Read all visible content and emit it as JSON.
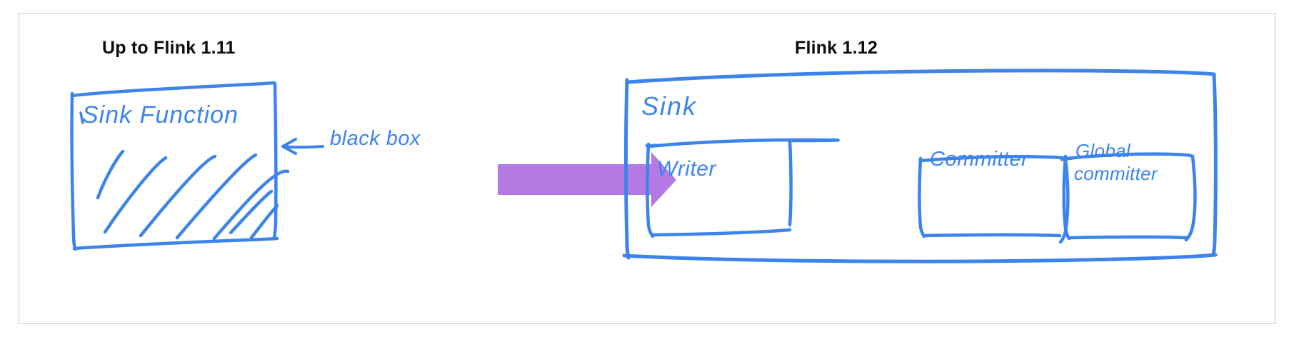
{
  "diagram": {
    "title_left": "Up to Flink 1.11",
    "title_right": "Flink 1.12",
    "ink_color": "#3c84ec",
    "arrow_color": "#b37ae4",
    "frame_border_color": "#c9c9c9",
    "title_color": "#0d0d0d",
    "background": "#ffffff"
  },
  "left_panel": {
    "heading": "Up to Flink 1.11",
    "box_label": "Sink Function",
    "annotation": "black box",
    "annotation_arrow": "left-arrow",
    "fill_style": "diagonal-hatching"
  },
  "transition": {
    "arrow": "right-block-arrow",
    "color": "#b37ae4"
  },
  "right_panel": {
    "heading": "Flink 1.12",
    "box_label": "Sink",
    "sub_boxes": [
      {
        "label": "Writer",
        "lines": [
          "Writer"
        ]
      },
      {
        "label": "Committer",
        "lines": [
          "Committer"
        ]
      },
      {
        "label": "Global committer",
        "lines": [
          "Global",
          "committer"
        ]
      }
    ]
  }
}
